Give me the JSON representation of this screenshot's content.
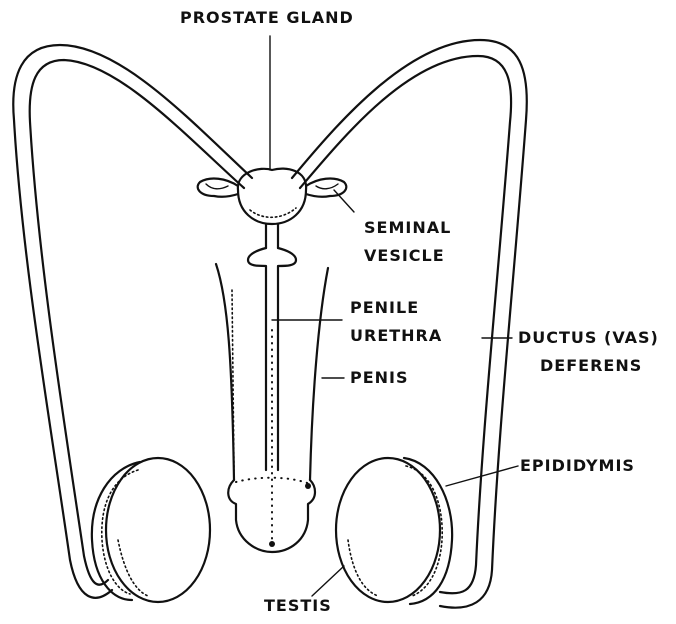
{
  "labels": {
    "prostate_gland": "PROSTATE GLAND",
    "seminal_vesicle_1": "SEMINAL",
    "seminal_vesicle_2": "VESICLE",
    "penile_urethra_1": "PENILE",
    "penile_urethra_2": "URETHRA",
    "ductus_1": "DUCTUS (VAS)",
    "ductus_2": "DEFERENS",
    "penis": "PENIS",
    "epididymis": "EPIDIDYMIS",
    "testis": "TESTIS"
  }
}
